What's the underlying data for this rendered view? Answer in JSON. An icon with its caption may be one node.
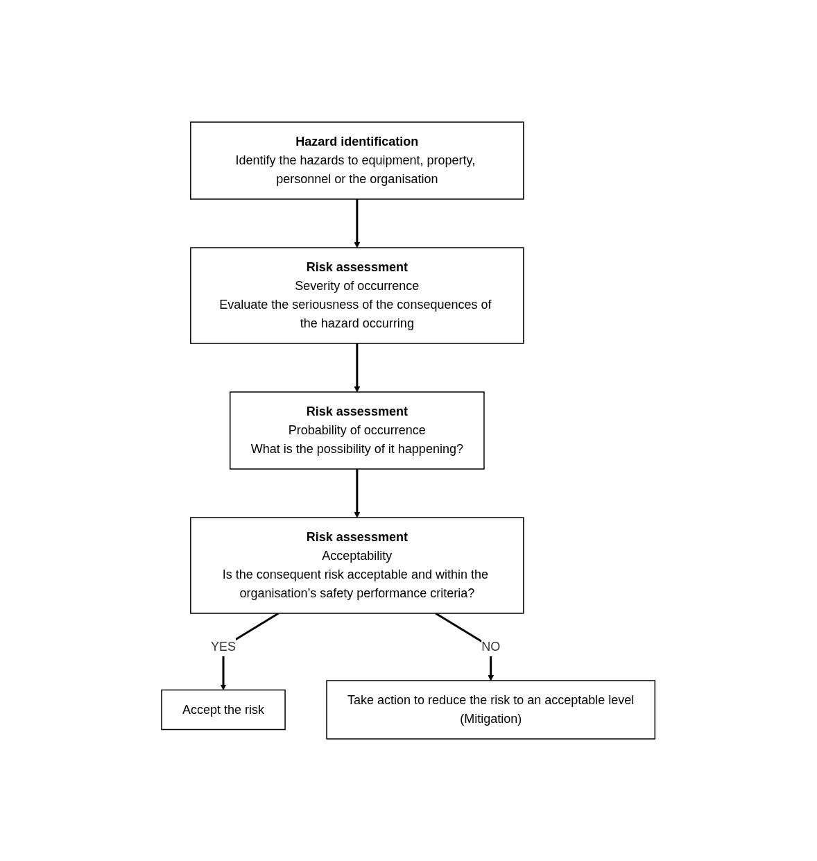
{
  "diagram": {
    "nodes": [
      {
        "text": [
          "Hazard identification",
          "Identify the hazards to equipment, property, personnel or the organisation"
        ]
      },
      {
        "text": [
          "Risk assessment",
          "Severity of occurrence",
          "Evaluate the seriousness of the consequences of the hazard occurring"
        ]
      },
      {
        "text": [
          "Risk assessment",
          "Probability of occurrence",
          "What is the possibility of it happening?"
        ]
      },
      {
        "text": [
          "Risk assessment",
          "Acceptability",
          "Is the consequent risk acceptable and within the organisation’s safety performance criteria?"
        ]
      },
      {
        "text": [
          "Accept the risk"
        ]
      },
      {
        "text": [
          "Take action to reduce the risk to an acceptable level",
          "(Mitigation)"
        ]
      }
    ],
    "edges": [
      {
        "from": 0,
        "to": 1,
        "arrow": "to"
      },
      {
        "from": 1,
        "to": 2,
        "arrow": "to"
      },
      {
        "from": 2,
        "to": 3,
        "arrow": "to"
      },
      {
        "from": 3,
        "to": 4,
        "arrow": "to",
        "label": "YES"
      },
      {
        "from": 3,
        "to": 5,
        "arrow": "to",
        "label": "NO"
      }
    ]
  }
}
